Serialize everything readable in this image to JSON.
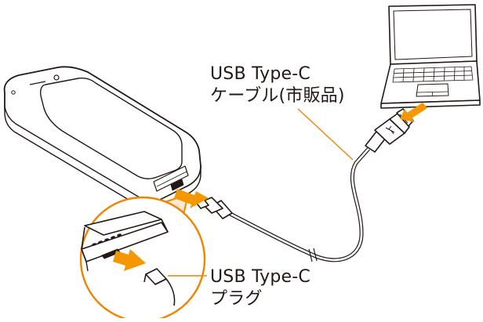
{
  "labels": {
    "cable": {
      "line1": "USB Type-C",
      "line2": "ケーブル(市販品)"
    },
    "plug": {
      "line1": "USB Type-C",
      "line2": "プラグ"
    }
  },
  "icons": {
    "phone": "flip-phone-icon",
    "laptop": "laptop-icon",
    "arrow": "insert-arrow-icon",
    "usb_c_connector": "usb-c-connector-icon",
    "usb_a_connector": "usb-a-connector-icon",
    "usb_symbol": "usb-symbol-icon"
  },
  "colors": {
    "outline": "#231815",
    "accent_orange": "#F08300",
    "arrow_fill": "#F39800",
    "magnifier_fill": "#FCE9D4"
  }
}
